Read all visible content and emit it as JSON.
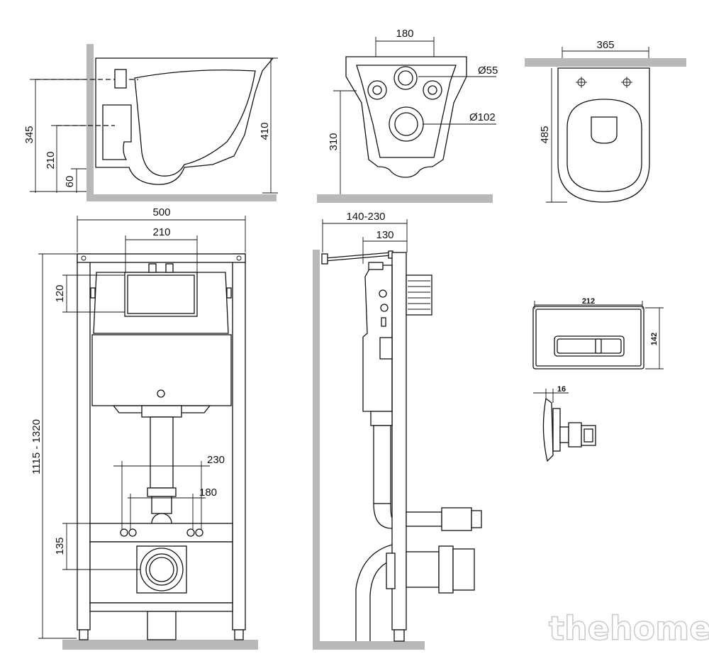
{
  "dimensions": {
    "bowl_side_345": "345",
    "bowl_side_210": "210",
    "bowl_side_60": "60",
    "bowl_side_410": "410",
    "bowl_back_180": "180",
    "bowl_back_d55": "Ø55",
    "bowl_back_d102": "Ø102",
    "bowl_back_310": "310",
    "bowl_top_365": "365",
    "bowl_top_485": "485",
    "frame_width_500": "500",
    "frame_top_210": "210",
    "frame_120": "120",
    "frame_height": "1115 - 1320",
    "frame_230": "230",
    "frame_180": "180",
    "frame_135": "135",
    "side_depth": "140-230",
    "side_130": "130",
    "plate_width": "212",
    "plate_height": "142",
    "plate_depth": "16"
  },
  "watermark": "thehome"
}
